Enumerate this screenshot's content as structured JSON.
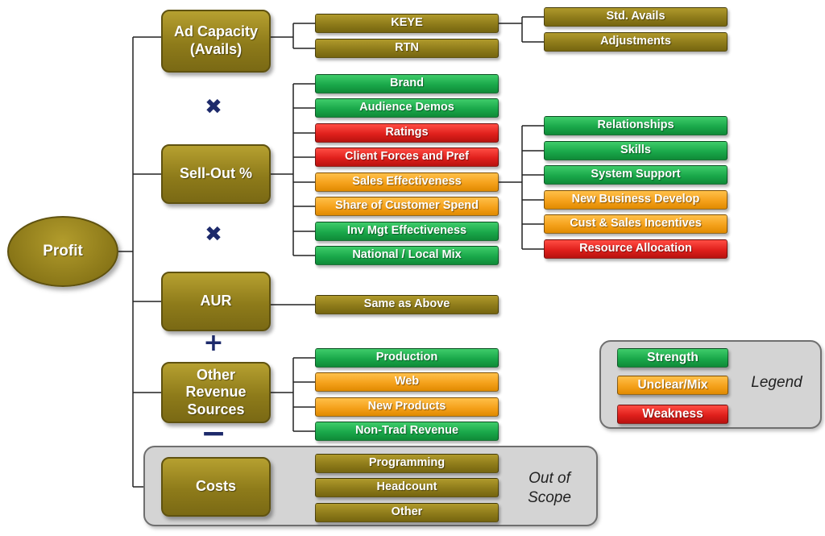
{
  "colors": {
    "olive": "#8e7b1a",
    "strength": "#1aa84a",
    "unclear": "#f5a11b",
    "weakness": "#e0201c",
    "operator": "#1d2a6b",
    "panel": "#d4d4d4",
    "connector": "#222222"
  },
  "root": {
    "label": "Profit"
  },
  "drivers": {
    "ad_capacity": {
      "label": "Ad Capacity (Avails)"
    },
    "sell_out": {
      "label": "Sell-Out %"
    },
    "aur": {
      "label": "AUR"
    },
    "other_revenue": {
      "label": "Other Revenue Sources"
    },
    "costs": {
      "label": "Costs"
    }
  },
  "operators": {
    "op1": "✖",
    "op2": "✖",
    "op3": "+",
    "op4": "−"
  },
  "ad_capacity_children": {
    "keye": {
      "label": "KEYE",
      "status": "neutral"
    },
    "rtn": {
      "label": "RTN",
      "status": "neutral"
    }
  },
  "keye_children": {
    "std_avails": {
      "label": "Std. Avails",
      "status": "neutral"
    },
    "adjustments": {
      "label": "Adjustments",
      "status": "neutral"
    }
  },
  "sell_out_children": [
    {
      "label": "Brand",
      "status": "strength"
    },
    {
      "label": "Audience Demos",
      "status": "strength"
    },
    {
      "label": "Ratings",
      "status": "weakness"
    },
    {
      "label": "Client Forces and Pref",
      "status": "weakness"
    },
    {
      "label": "Sales Effectiveness",
      "status": "unclear"
    },
    {
      "label": "Share of Customer Spend",
      "status": "unclear"
    },
    {
      "label": "Inv Mgt Effectiveness",
      "status": "strength"
    },
    {
      "label": "National / Local Mix",
      "status": "strength"
    }
  ],
  "sales_effectiveness_children": [
    {
      "label": "Relationships",
      "status": "strength"
    },
    {
      "label": "Skills",
      "status": "strength"
    },
    {
      "label": "System Support",
      "status": "strength"
    },
    {
      "label": "New Business Develop",
      "status": "unclear"
    },
    {
      "label": "Cust & Sales Incentives",
      "status": "unclear"
    },
    {
      "label": "Resource Allocation",
      "status": "weakness"
    }
  ],
  "aur_children": [
    {
      "label": "Same as Above",
      "status": "neutral"
    }
  ],
  "other_revenue_children": [
    {
      "label": "Production",
      "status": "strength"
    },
    {
      "label": "Web",
      "status": "unclear"
    },
    {
      "label": "New Products",
      "status": "unclear"
    },
    {
      "label": "Non-Trad Revenue",
      "status": "strength"
    }
  ],
  "costs_children": [
    {
      "label": "Programming",
      "status": "neutral"
    },
    {
      "label": "Headcount",
      "status": "neutral"
    },
    {
      "label": "Other",
      "status": "neutral"
    }
  ],
  "out_of_scope": {
    "label": "Out of Scope"
  },
  "legend": {
    "title": "Legend",
    "items": [
      {
        "label": "Strength",
        "status": "strength"
      },
      {
        "label": "Unclear/Mix",
        "status": "unclear"
      },
      {
        "label": "Weakness",
        "status": "weakness"
      }
    ]
  }
}
